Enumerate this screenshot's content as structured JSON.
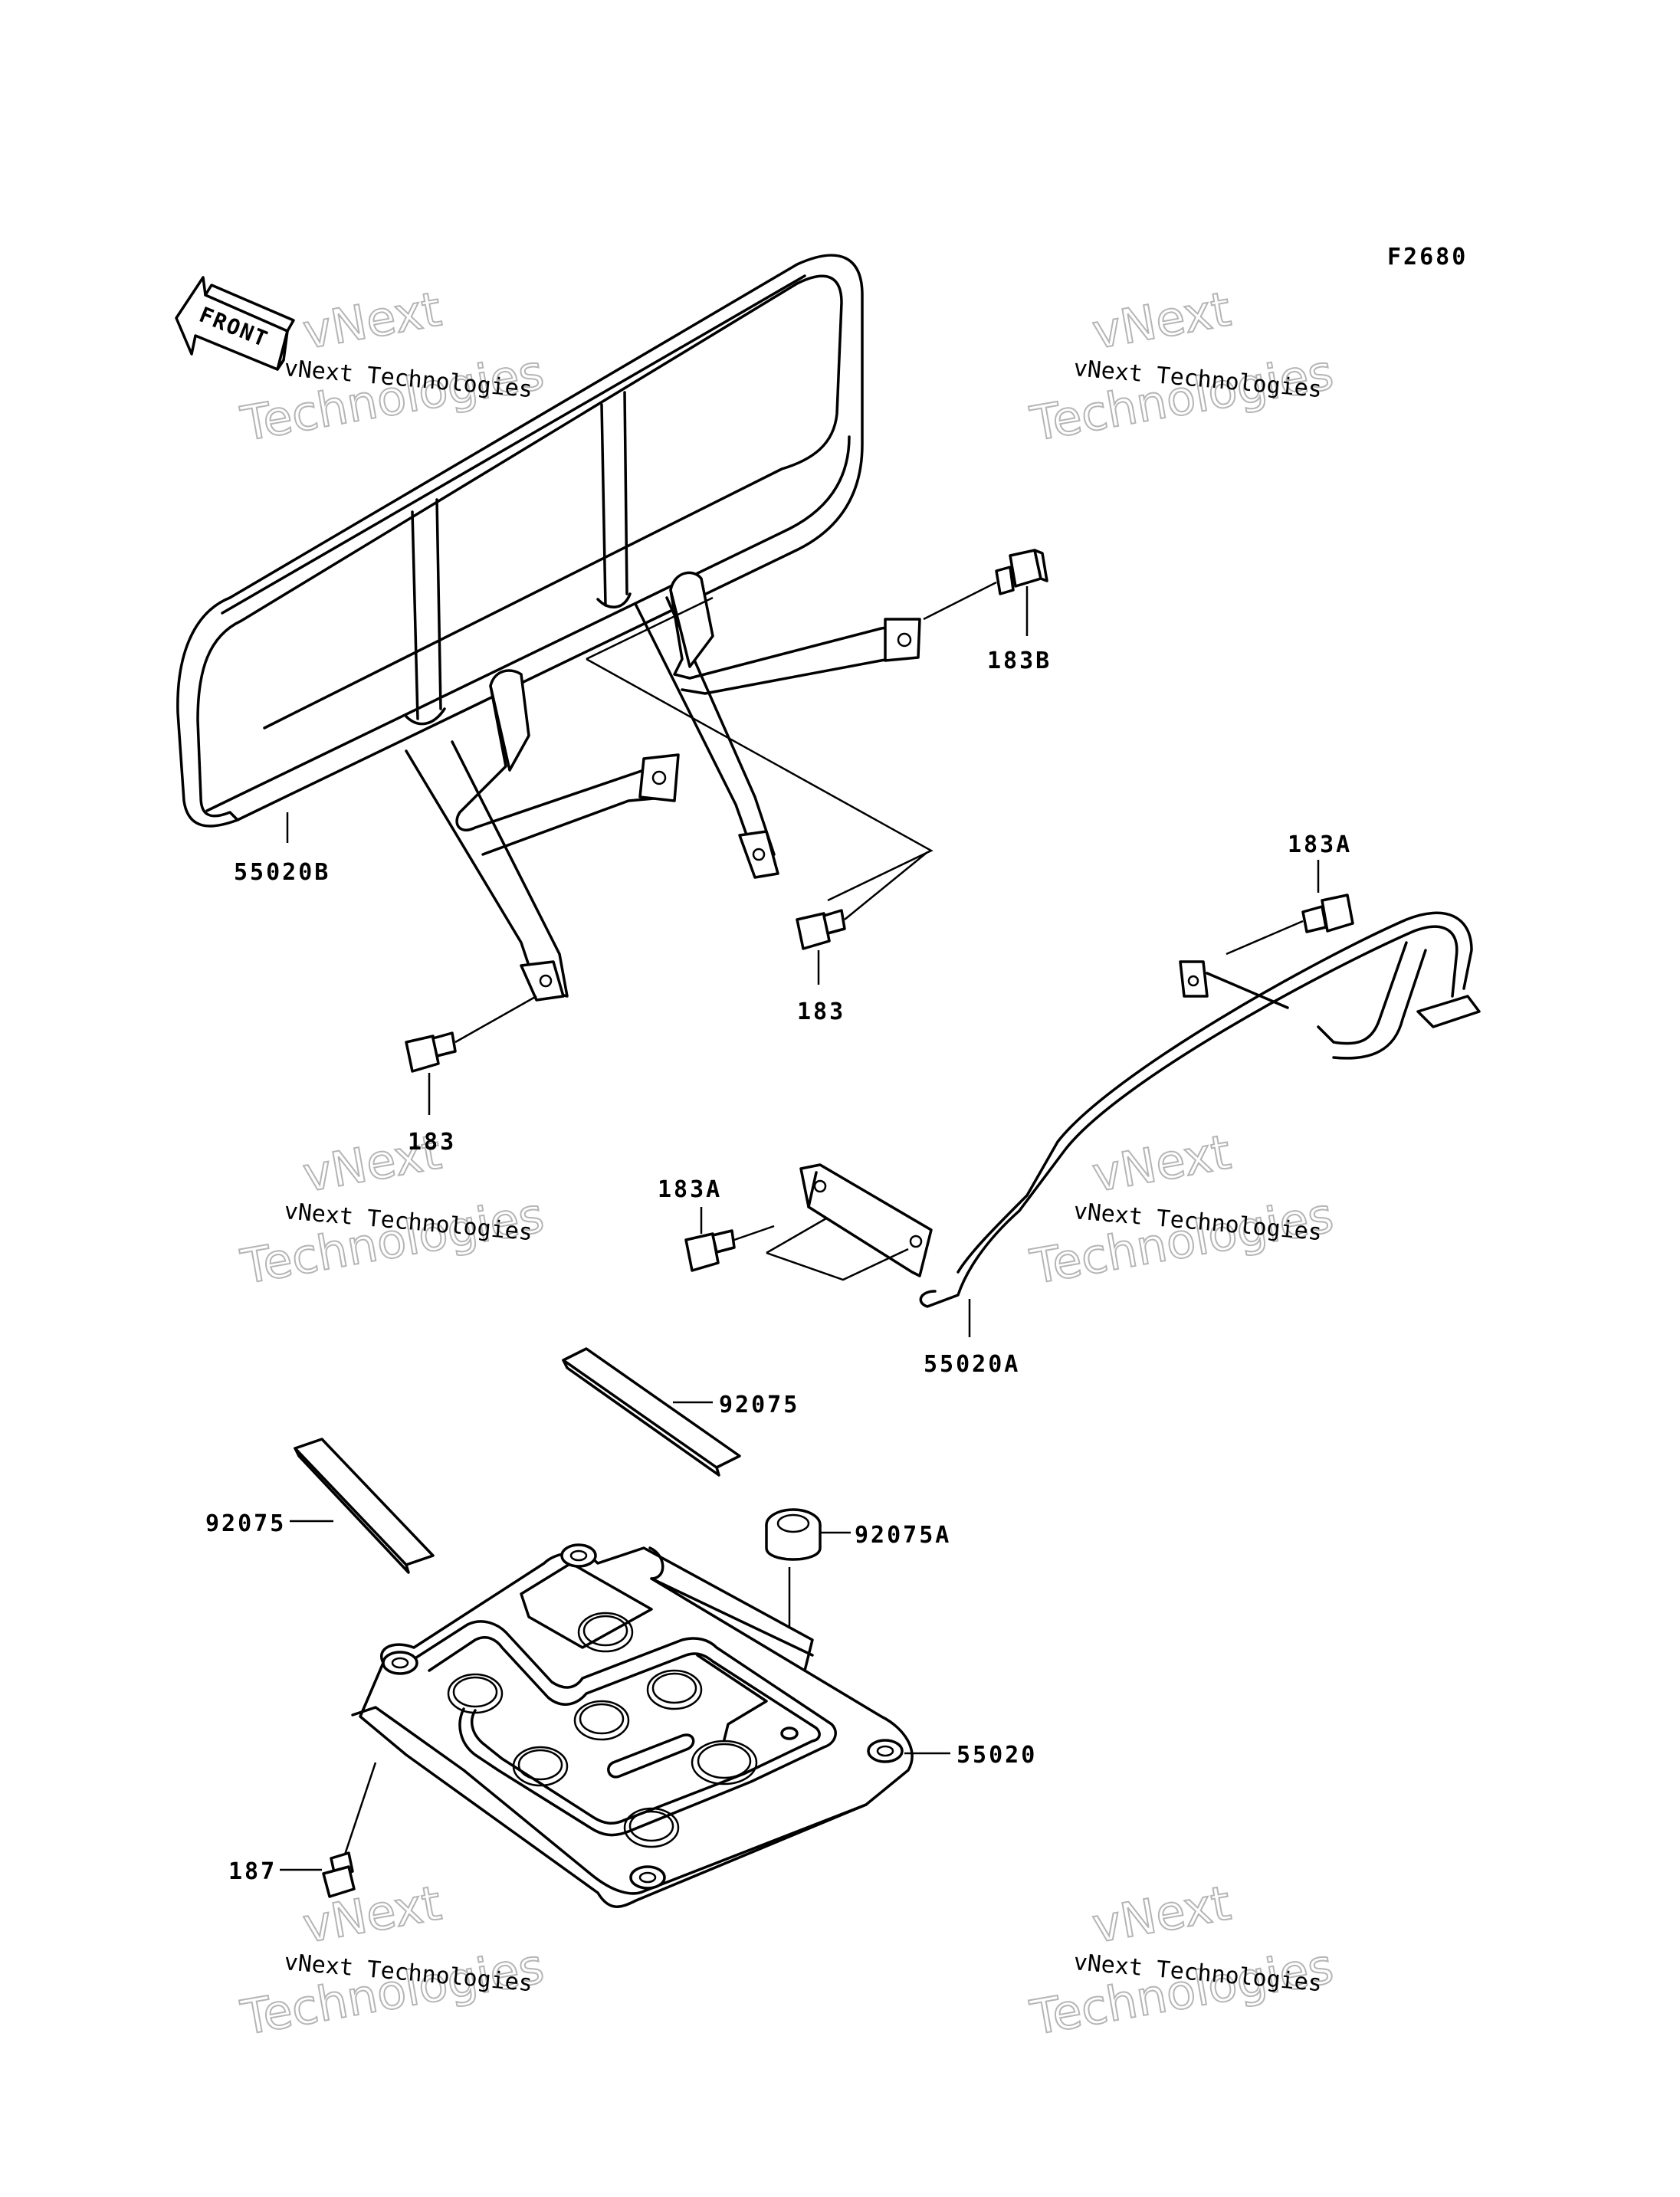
{
  "figure_code": "F2680",
  "front_marker": "FRONT",
  "parts": {
    "p55020B": "55020B",
    "p183B": "183B",
    "p183_upper": "183",
    "p183_lower": "183",
    "p183A_upper": "183A",
    "p183A_lower": "183A",
    "p55020A": "55020A",
    "p92075_upper": "92075",
    "p92075_lower": "92075",
    "p92075A": "92075A",
    "p55020": "55020",
    "p187": "187"
  },
  "watermark": {
    "company_line": "vNext Technologies",
    "word_1": "vNext",
    "word_2": "Technologies"
  }
}
